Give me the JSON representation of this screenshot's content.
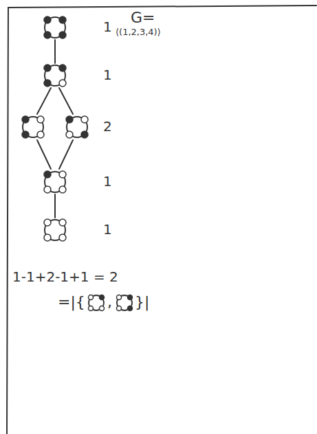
{
  "diagram": {
    "labels": [
      "G=",
      "⟨(1,2,3,4)⟩",
      "1",
      "1",
      "2",
      "1",
      "1",
      "1-1+2-1+1 = 2",
      "=|{",
      ",",
      "}|"
    ]
  }
}
